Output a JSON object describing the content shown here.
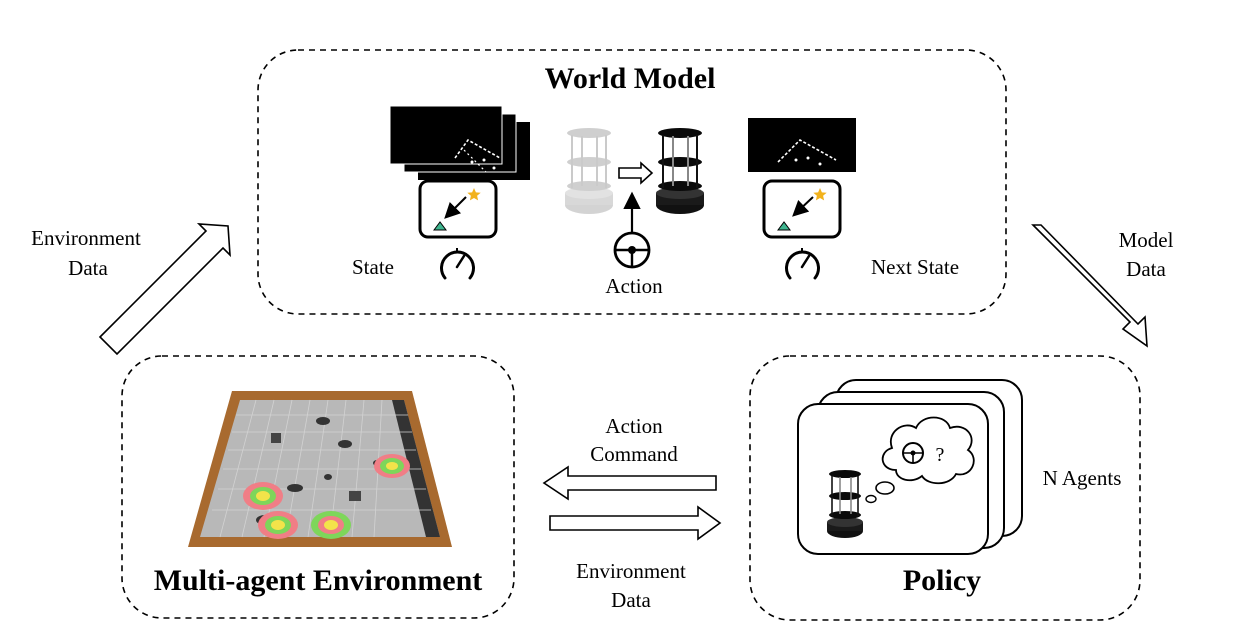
{
  "world_model": {
    "title": "World Model",
    "state_label": "State",
    "next_state_label": "Next State",
    "action_label": "Action"
  },
  "environment": {
    "title": "Multi-agent Environment"
  },
  "policy": {
    "title": "Policy",
    "agents_label": "N Agents",
    "thought_symbol": "?"
  },
  "flows": {
    "env_data_up_line1": "Environment",
    "env_data_up_line2": "Data",
    "model_data_line1": "Model",
    "model_data_line2": "Data",
    "action_command_line1": "Action",
    "action_command_line2": "Command",
    "env_data_bottom_line1": "Environment",
    "env_data_bottom_line2": "Data"
  },
  "colors": {
    "goal_outer": "#f07e86",
    "goal_middle": "#7ed65a",
    "goal_inner": "#f3e34a",
    "star": "#f2b21c",
    "robot_marker": "#3fb58f",
    "arena_floor": "#b8b8b8",
    "arena_wall": "#a86a2f"
  }
}
